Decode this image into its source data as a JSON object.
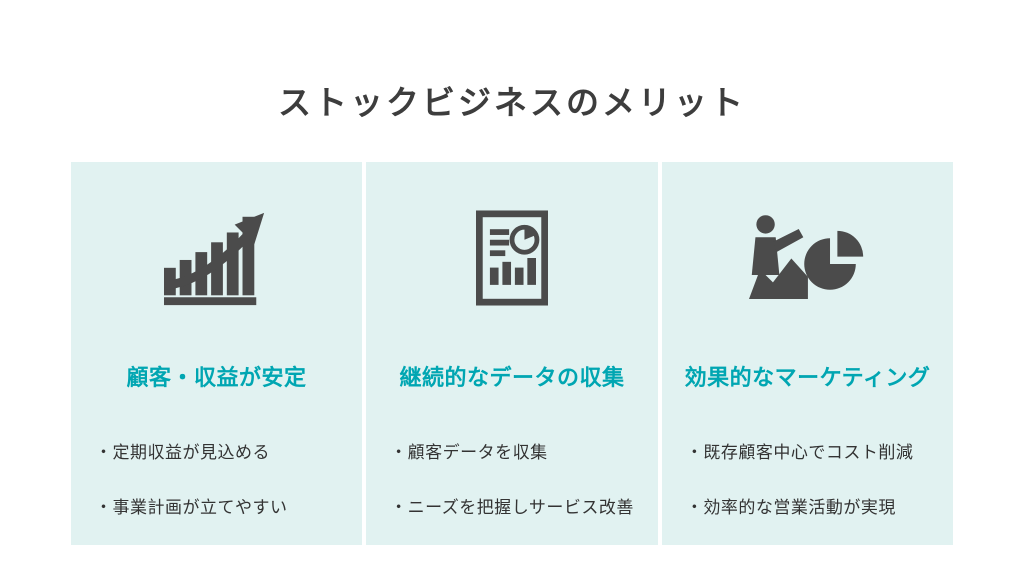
{
  "title": "ストックビジネスのメリット",
  "colors": {
    "accent_teal": "#00a6b2",
    "card_background": "#e1f2f1",
    "icon_gray": "#4b4b4b",
    "title_text": "#3d3d3d",
    "body_text": "#333333"
  },
  "cards": [
    {
      "icon": "growth-bar-chart-icon",
      "heading": "顧客・収益が安定",
      "bullets": [
        "・定期収益が見込める",
        "・事業計画が立てやすい"
      ]
    },
    {
      "icon": "data-report-icon",
      "heading": "継続的なデータの収集",
      "bullets": [
        "・顧客データを収集",
        "・ニーズを把握しサービス改善"
      ]
    },
    {
      "icon": "marketing-presenter-icon",
      "heading": "効果的なマーケティング",
      "bullets": [
        "・既存顧客中心でコスト削減",
        "・効率的な営業活動が実現"
      ]
    }
  ]
}
